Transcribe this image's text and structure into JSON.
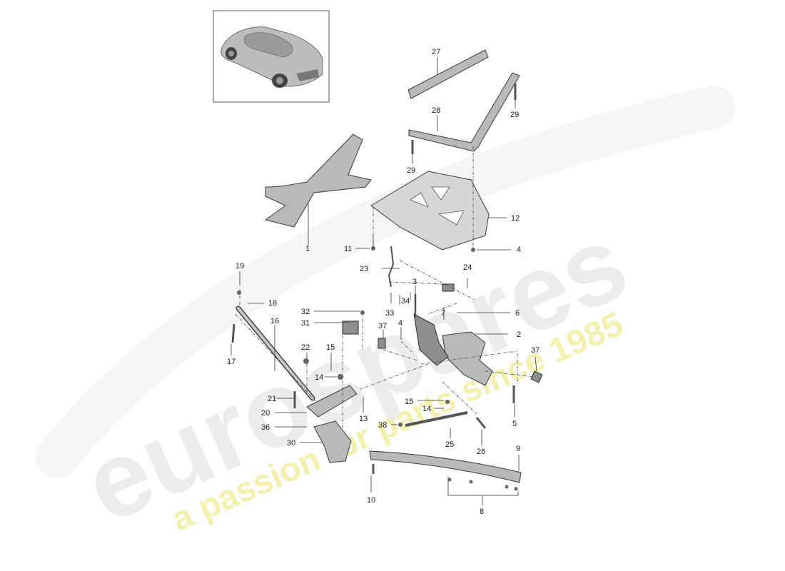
{
  "watermark": {
    "brand": "eurospares",
    "tagline": "a passion for parts since 1985",
    "brand_color": "#e3e3e3",
    "tagline_color": "#f1ef9e"
  },
  "thumbnail": {
    "icon": "car-thumbnail-icon"
  },
  "callouts": [
    {
      "id": "c1",
      "label": "1"
    },
    {
      "id": "c2",
      "label": "2"
    },
    {
      "id": "c3",
      "label": "3"
    },
    {
      "id": "c4a",
      "label": "4"
    },
    {
      "id": "c4b",
      "label": "4"
    },
    {
      "id": "c5",
      "label": "5"
    },
    {
      "id": "c6",
      "label": "6"
    },
    {
      "id": "c7",
      "label": "7"
    },
    {
      "id": "c8",
      "label": "8"
    },
    {
      "id": "c9",
      "label": "9"
    },
    {
      "id": "c10",
      "label": "10"
    },
    {
      "id": "c11",
      "label": "11"
    },
    {
      "id": "c12",
      "label": "12"
    },
    {
      "id": "c13",
      "label": "13"
    },
    {
      "id": "c14a",
      "label": "14"
    },
    {
      "id": "c14b",
      "label": "14"
    },
    {
      "id": "c15a",
      "label": "15"
    },
    {
      "id": "c15b",
      "label": "15"
    },
    {
      "id": "c16",
      "label": "16"
    },
    {
      "id": "c17",
      "label": "17"
    },
    {
      "id": "c18",
      "label": "18"
    },
    {
      "id": "c19",
      "label": "19"
    },
    {
      "id": "c20",
      "label": "20"
    },
    {
      "id": "c21",
      "label": "21"
    },
    {
      "id": "c22",
      "label": "22"
    },
    {
      "id": "c23",
      "label": "23"
    },
    {
      "id": "c24",
      "label": "24"
    },
    {
      "id": "c25",
      "label": "25"
    },
    {
      "id": "c26",
      "label": "26"
    },
    {
      "id": "c27",
      "label": "27"
    },
    {
      "id": "c28",
      "label": "28"
    },
    {
      "id": "c29a",
      "label": "29"
    },
    {
      "id": "c29b",
      "label": "29"
    },
    {
      "id": "c30",
      "label": "30"
    },
    {
      "id": "c31",
      "label": "31"
    },
    {
      "id": "c32",
      "label": "32"
    },
    {
      "id": "c33",
      "label": "33"
    },
    {
      "id": "c34",
      "label": "34"
    },
    {
      "id": "c36",
      "label": "36"
    },
    {
      "id": "c37a",
      "label": "37"
    },
    {
      "id": "c37b",
      "label": "37"
    },
    {
      "id": "c38",
      "label": "38"
    }
  ]
}
